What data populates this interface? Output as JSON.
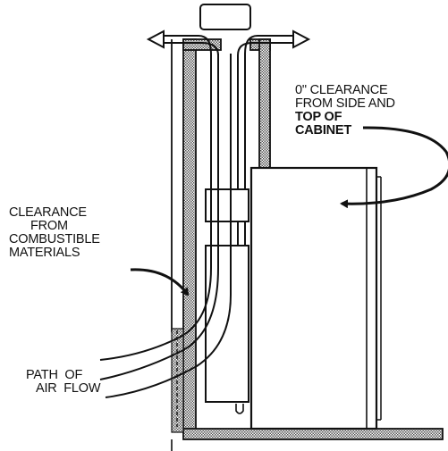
{
  "labels": {
    "zero_clearance": {
      "lines": [
        "0\" CLEARANCE",
        "FROM SIDE AND",
        "TOP OF",
        "CABINET"
      ]
    },
    "combustible_clearance": {
      "lines": [
        "CLEARANCE",
        "FROM",
        "COMBUSTIBLE",
        "MATERIALS"
      ]
    },
    "air_flow": {
      "lines": [
        "PATH  OF",
        "AIR  FLOW"
      ]
    }
  },
  "colors": {
    "ink": "#111111",
    "hatch": "#555555",
    "background": "#ffffff"
  }
}
